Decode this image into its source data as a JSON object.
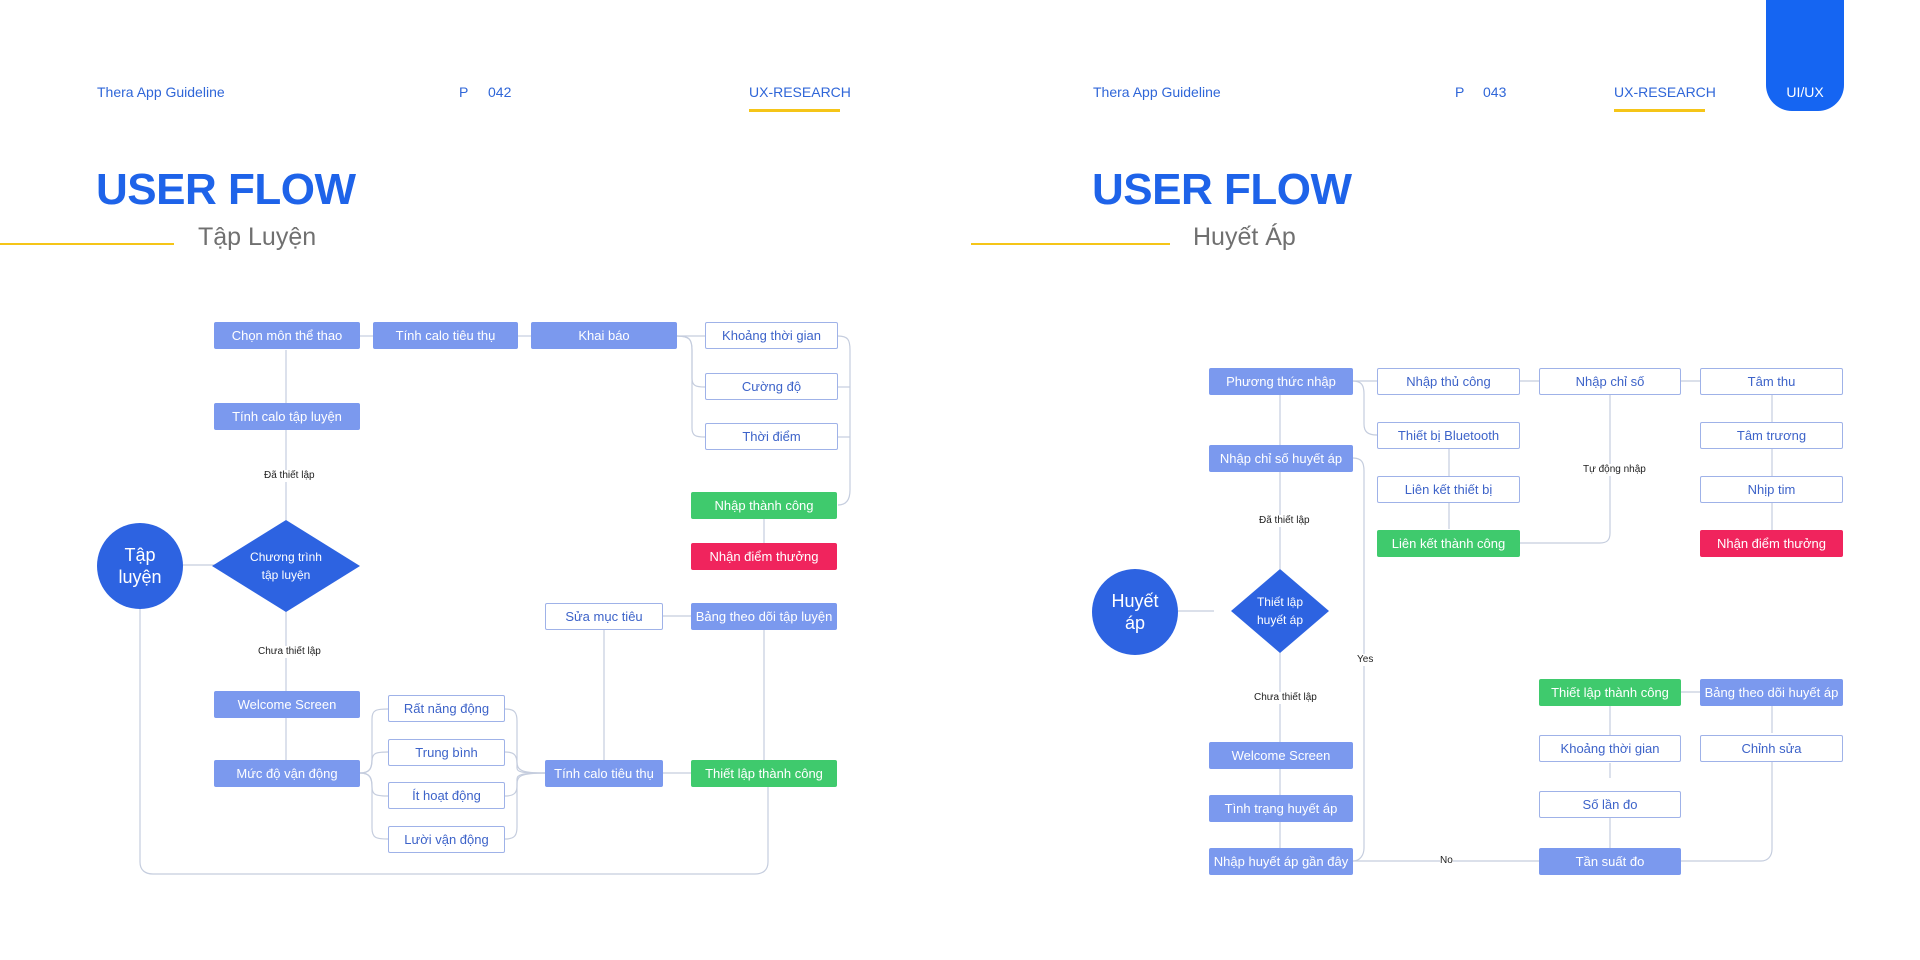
{
  "left_page": {
    "header": {
      "brand": "Thera App Guideline",
      "page_prefix": "P",
      "page_number": "042",
      "section": "UX-RESEARCH"
    },
    "title": "USER FLOW",
    "subtitle": "Tập Luyện",
    "flow": {
      "start": "Tập\nluyện",
      "decision": "Chương trình\ntập luyện",
      "edge_set": "Đã thiết lập",
      "edge_unset": "Chưa thiết lập",
      "choose_sport": "Chọn môn thể thao",
      "calc_consumed_top": "Tính calo tiêu thụ",
      "declare": "Khai báo",
      "time_range": "Khoảng thời gian",
      "intensity": "Cường độ",
      "time_point": "Thời điểm",
      "calc_training": "Tính calo tập luyện",
      "entry_success": "Nhập thành công",
      "reward": "Nhận điểm thưởng",
      "edit_goal": "Sửa mục tiêu",
      "tracking_board": "Bảng theo dõi tập luyện",
      "welcome": "Welcome Screen",
      "activity_level": "Mức độ vận động",
      "very_active": "Rất năng động",
      "average": "Trung bình",
      "low_activity": "Ít hoạt động",
      "lazy": "Lười vận động",
      "calc_consumed_bottom": "Tính calo tiêu thụ",
      "setup_success": "Thiết lập thành công"
    }
  },
  "right_page": {
    "header": {
      "brand": "Thera App Guideline",
      "page_prefix": "P",
      "page_number": "043",
      "section": "UX-RESEARCH"
    },
    "tab": "UI/UX",
    "title": "USER FLOW",
    "subtitle": "Huyết Áp",
    "flow": {
      "start": "Huyết\náp",
      "decision": "Thiết lập\nhuyết áp",
      "edge_set": "Đã thiết lập",
      "edge_unset": "Chưa thiết lập",
      "edge_yes": "Yes",
      "edge_no": "No",
      "edge_auto": "Tự động nhập",
      "input_method": "Phương thức nhập",
      "manual_input": "Nhập thủ công",
      "input_index": "Nhập chỉ số",
      "systolic": "Tâm thu",
      "enter_bp_index": "Nhập chỉ số huyết áp",
      "bluetooth": "Thiết bị Bluetooth",
      "diastolic": "Tâm trương",
      "link_device": "Liên kết thiết bị",
      "heart_rate": "Nhịp tim",
      "link_success": "Liên kết thành công",
      "reward": "Nhận điểm thưởng",
      "setup_success": "Thiết lập thành công",
      "bp_board": "Bảng theo dõi huyết áp",
      "time_range": "Khoảng thời gian",
      "edit": "Chỉnh sửa",
      "measure_count": "Số lần đo",
      "welcome": "Welcome Screen",
      "bp_status": "Tình trạng huyết áp",
      "recent_bp": "Nhập huyết áp gần đây",
      "frequency": "Tần suất đo"
    }
  }
}
